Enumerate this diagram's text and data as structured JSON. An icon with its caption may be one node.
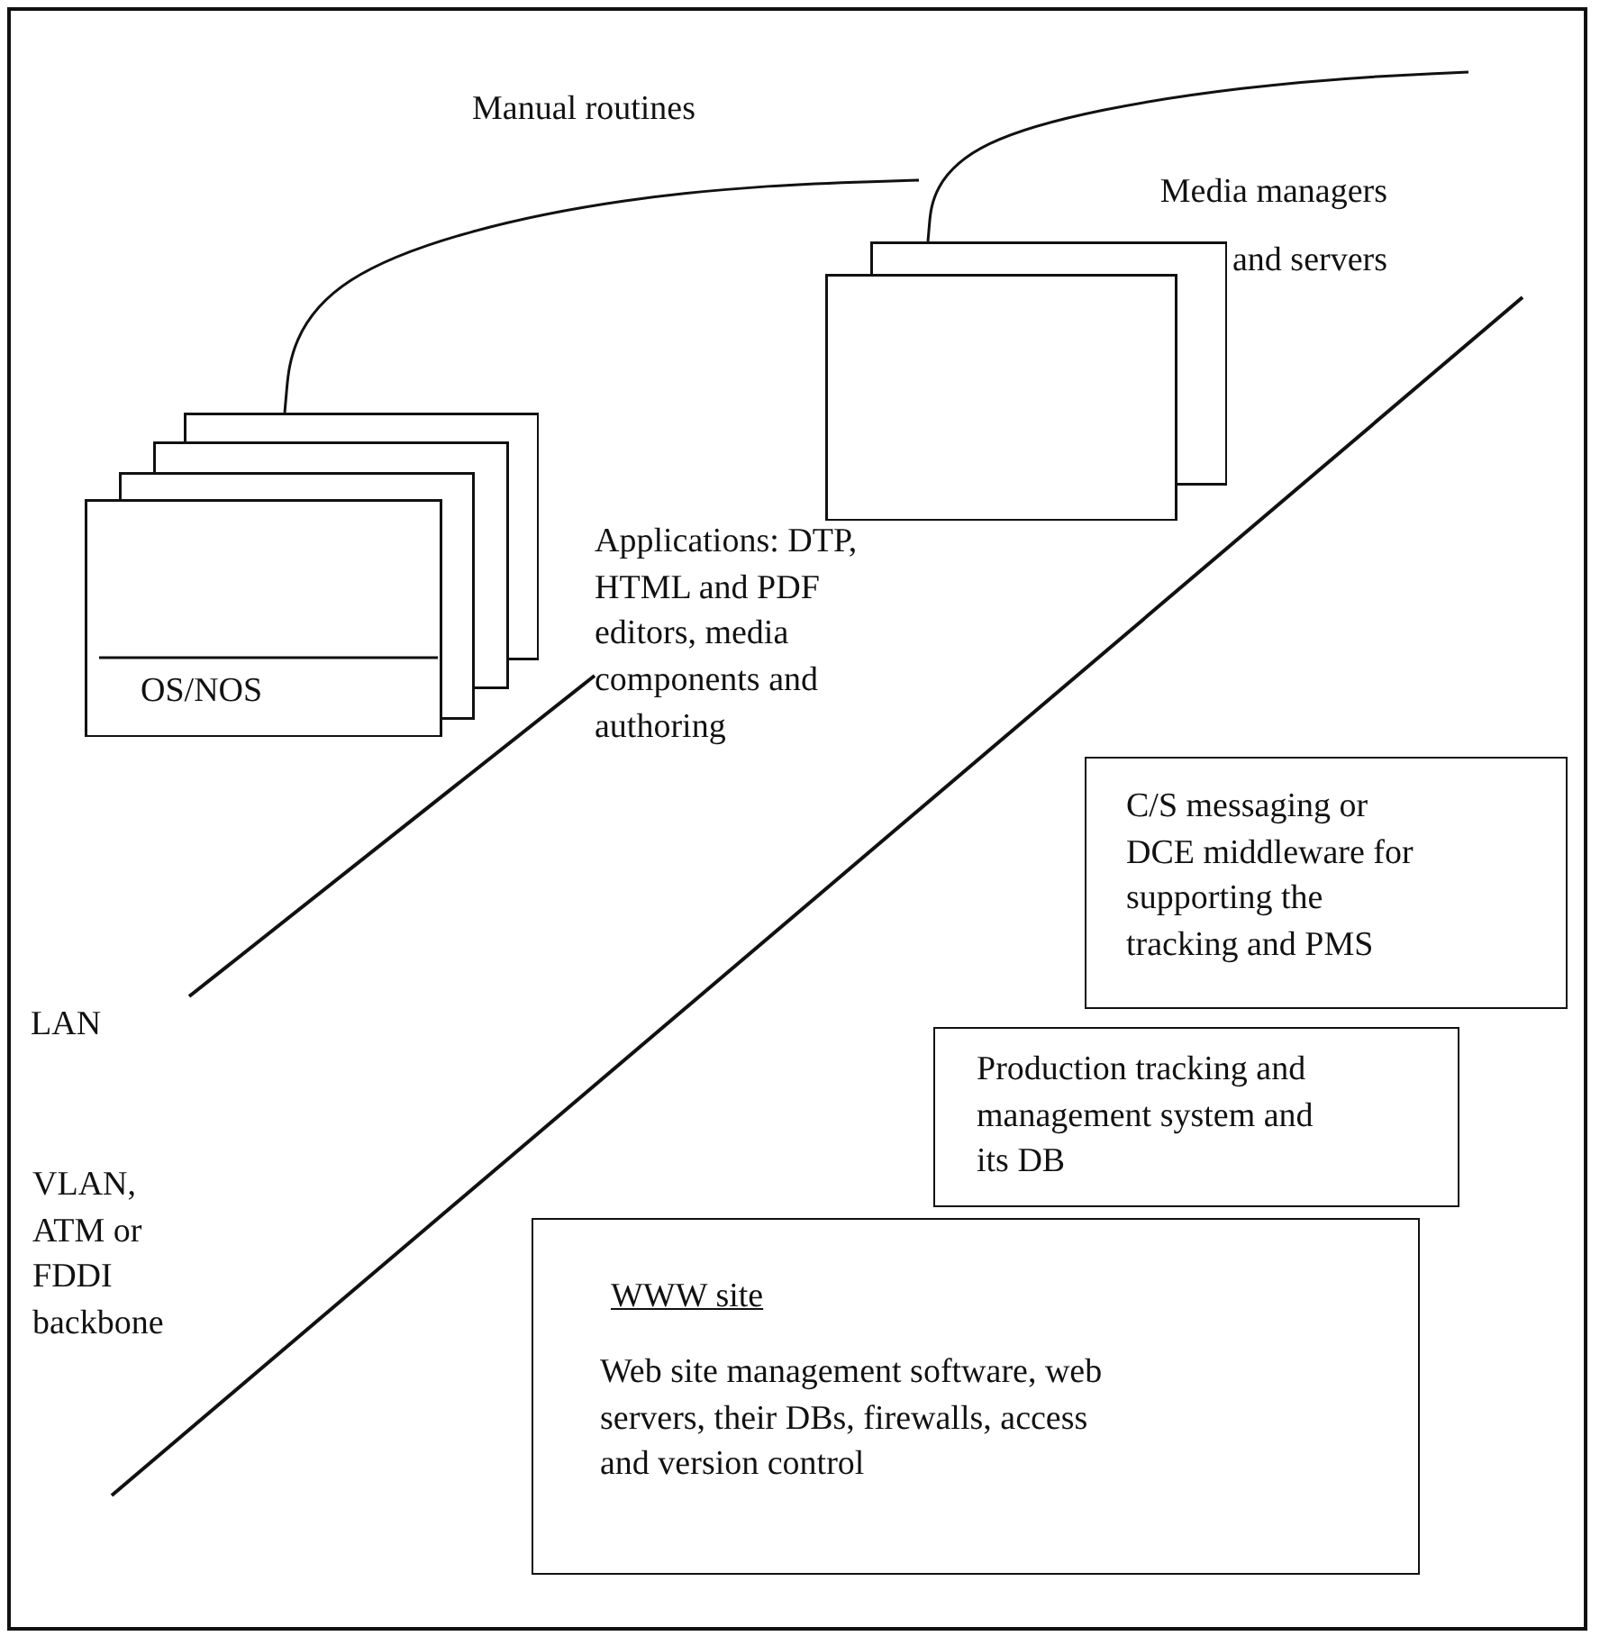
{
  "diagram": {
    "nodes": [
      {
        "text": [
          "OS/NOS"
        ]
      },
      {
        "text": [],
        "shape": "box",
        "beside": [
          "Media managers and servers"
        ]
      },
      {
        "text": [
          "C/S messaging or DCE middleware for supporting the tracking and PMS"
        ]
      },
      {
        "text": [
          "Production tracking and management system and its DB"
        ]
      },
      {
        "text": [
          "WWW site",
          "Web site management software, web servers, their DBs, firewalls, access and version control"
        ]
      }
    ],
    "edges": [
      {
        "from": 0,
        "to": null,
        "arrow": "none"
      },
      {
        "from": 1,
        "to": null,
        "arrow": "none"
      }
    ],
    "labels": [
      "Manual routines",
      "Applications: DTP, HTML and PDF editors, media components and authoring",
      "LAN",
      "VLAN, ATM or FDDI backbone"
    ]
  }
}
